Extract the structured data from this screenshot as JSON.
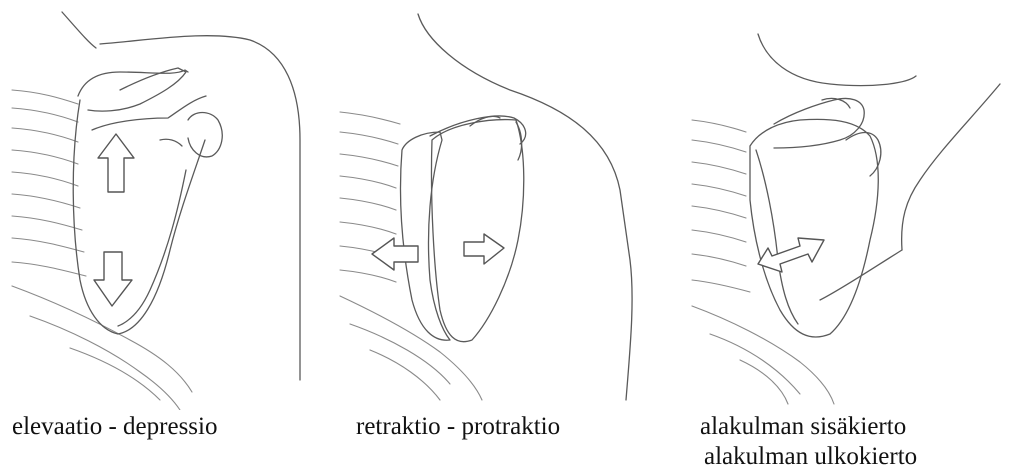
{
  "figure": {
    "panels": [
      {
        "id": "elevation",
        "caption": "elevaatio - depressio"
      },
      {
        "id": "retraction",
        "caption": "retraktio - protraktio"
      },
      {
        "id": "rotation",
        "caption_line1": "alakulman sisäkierto",
        "caption_line2": "alakulman ulkokierto"
      }
    ],
    "colors": {
      "stroke": "#5a5a5a",
      "arrow_fill": "#ffffff",
      "text": "#111111"
    }
  }
}
